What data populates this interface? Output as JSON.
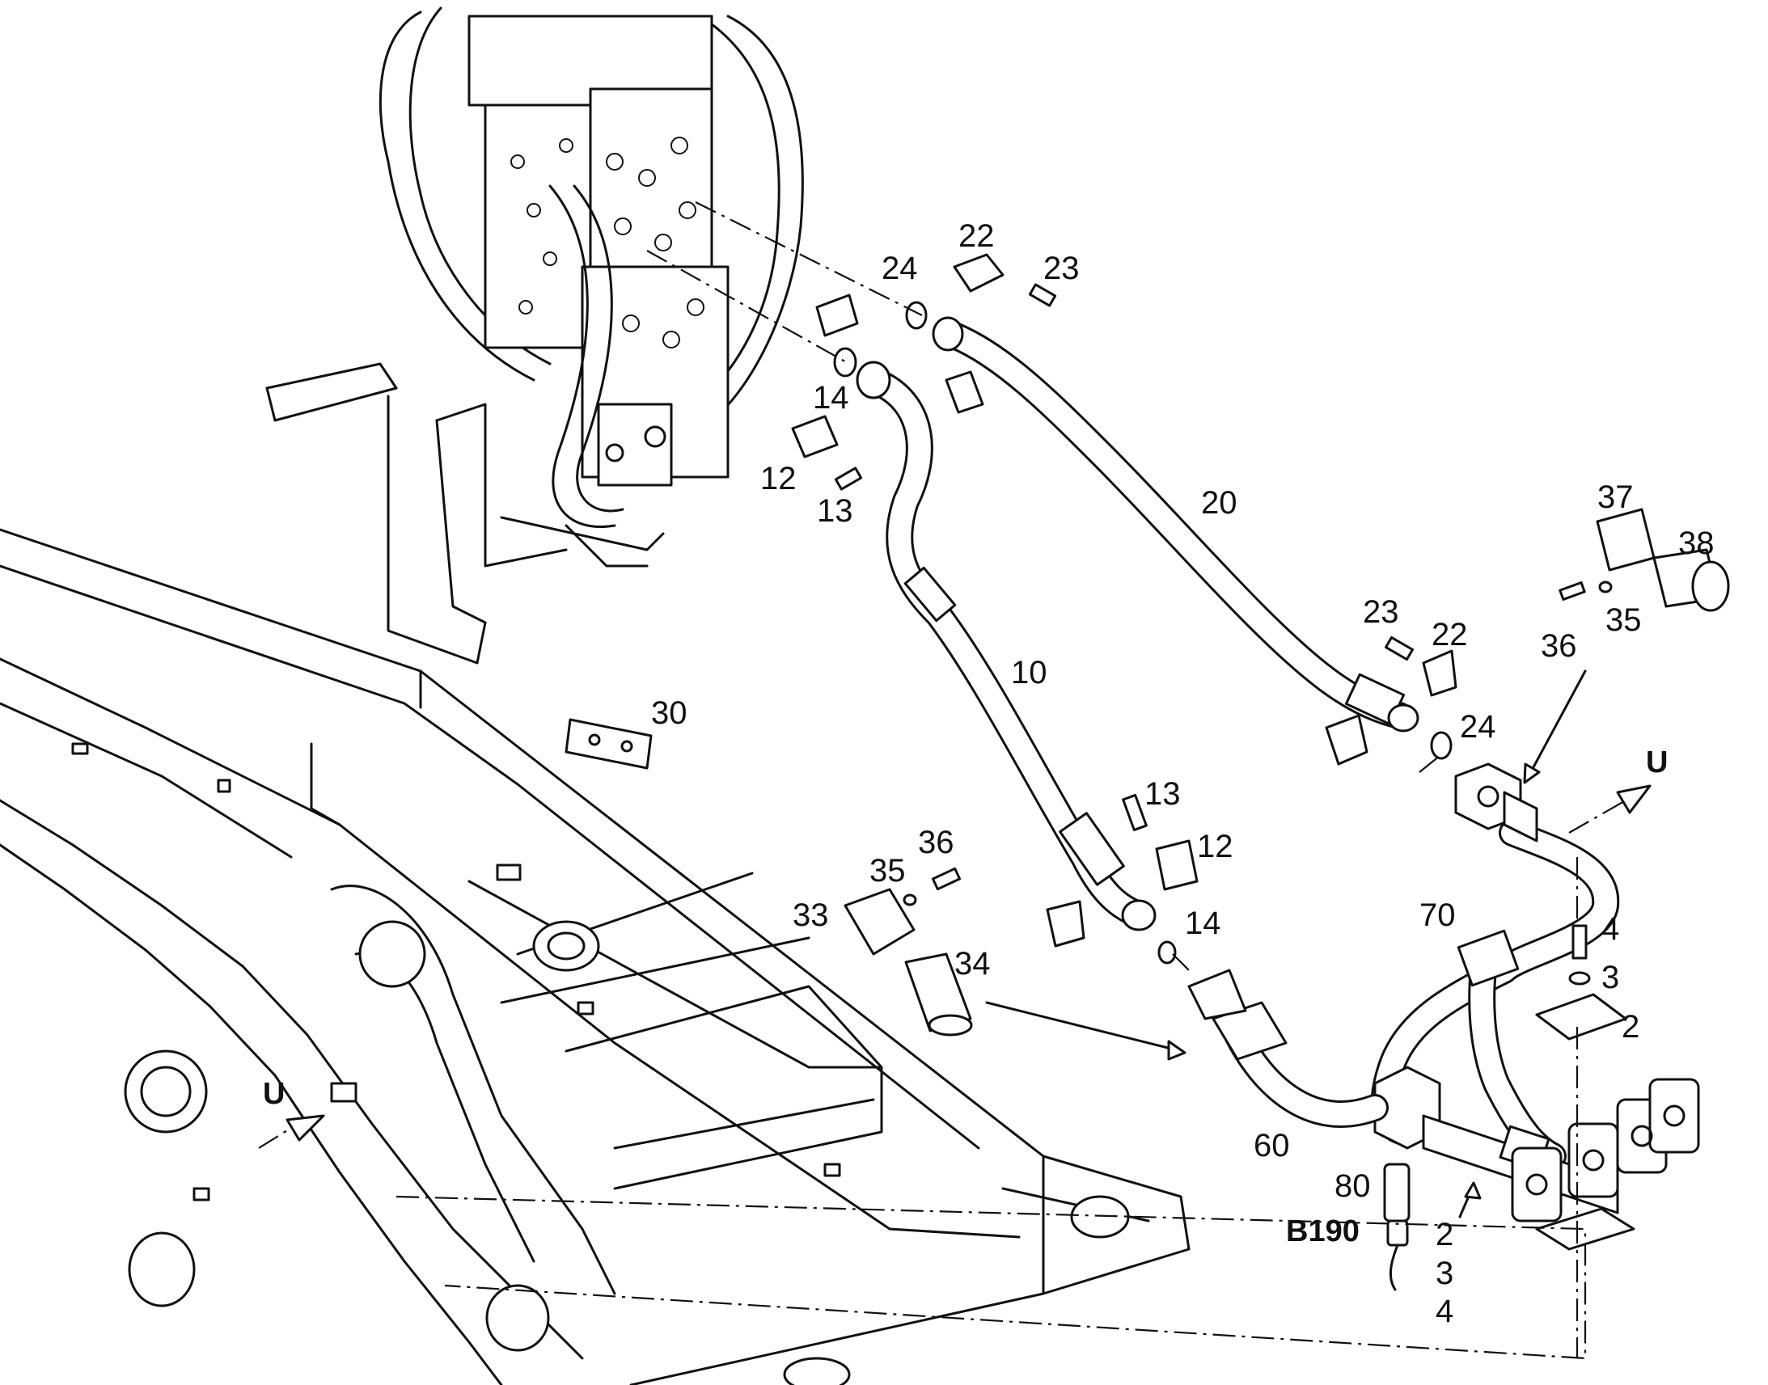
{
  "callouts": [
    {
      "id": "c24a",
      "text": "24"
    },
    {
      "id": "c22a",
      "text": "22"
    },
    {
      "id": "c23a",
      "text": "23"
    },
    {
      "id": "c14a",
      "text": "14"
    },
    {
      "id": "c12a",
      "text": "12"
    },
    {
      "id": "c13a",
      "text": "13"
    },
    {
      "id": "c20",
      "text": "20"
    },
    {
      "id": "c37",
      "text": "37"
    },
    {
      "id": "c38",
      "text": "38"
    },
    {
      "id": "c36a",
      "text": "36"
    },
    {
      "id": "c35a",
      "text": "35"
    },
    {
      "id": "c23b",
      "text": "23"
    },
    {
      "id": "c22b",
      "text": "22"
    },
    {
      "id": "c24b",
      "text": "24"
    },
    {
      "id": "c10",
      "text": "10"
    },
    {
      "id": "c30",
      "text": "30"
    },
    {
      "id": "c13b",
      "text": "13"
    },
    {
      "id": "c12b",
      "text": "12"
    },
    {
      "id": "c36b",
      "text": "36"
    },
    {
      "id": "c35b",
      "text": "35"
    },
    {
      "id": "c33",
      "text": "33"
    },
    {
      "id": "c14b",
      "text": "14"
    },
    {
      "id": "c34",
      "text": "34"
    },
    {
      "id": "c70",
      "text": "70"
    },
    {
      "id": "c4a",
      "text": "4"
    },
    {
      "id": "c3a",
      "text": "3"
    },
    {
      "id": "c2a",
      "text": "2"
    },
    {
      "id": "cU1",
      "text": "U"
    },
    {
      "id": "cU2",
      "text": "U"
    },
    {
      "id": "c60",
      "text": "60"
    },
    {
      "id": "c80",
      "text": "80"
    },
    {
      "id": "cB190",
      "text": "B190"
    },
    {
      "id": "c2b",
      "text": "2"
    },
    {
      "id": "c3b",
      "text": "3"
    },
    {
      "id": "c4b",
      "text": "4"
    }
  ]
}
